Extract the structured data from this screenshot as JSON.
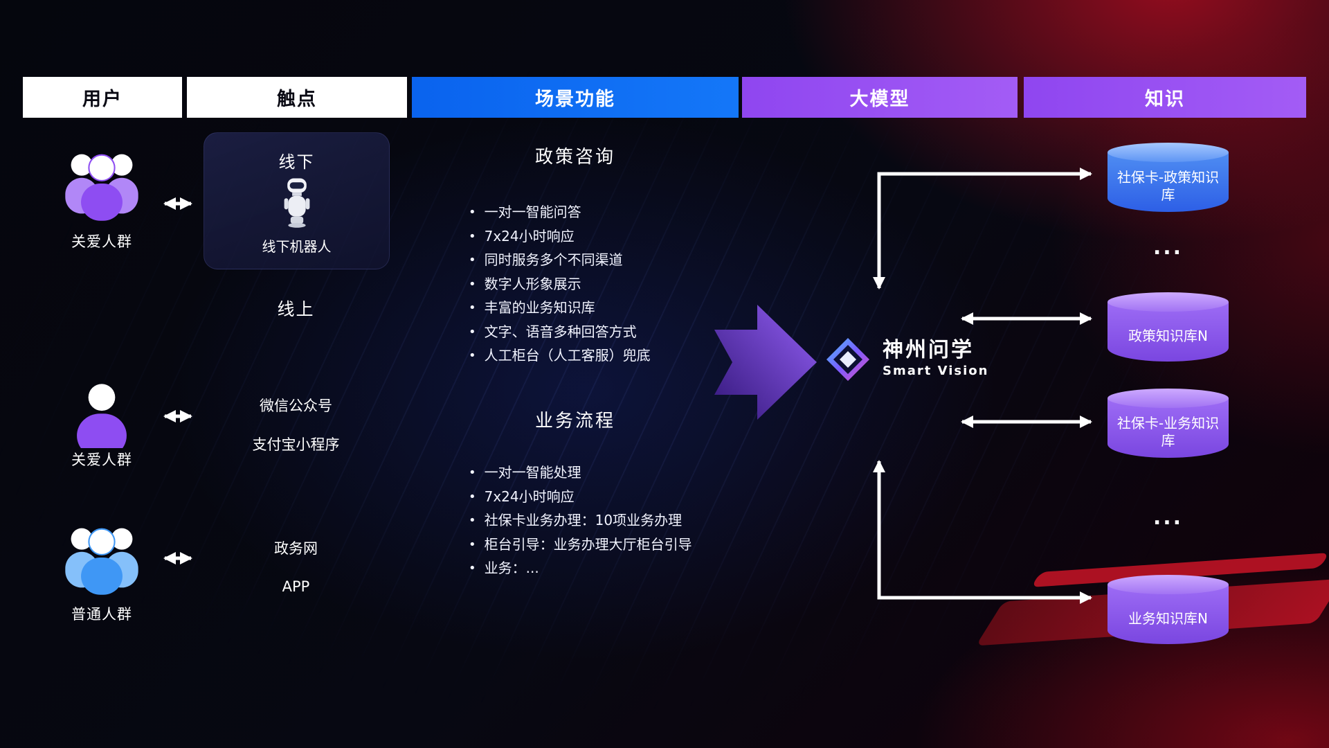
{
  "theme": {
    "header_white": "#ffffff",
    "header_blue": "#0b6bf2",
    "header_purple": "#9a53f3",
    "cylinder_blue": "#3f6fe9",
    "cylinder_purple": "#8e5cf0",
    "big_arrow_purple": "#7a46e8",
    "background_red": "#c01325",
    "arrow_white": "#ffffff"
  },
  "headers": [
    {
      "label": "用户"
    },
    {
      "label": "触点"
    },
    {
      "label": "场景功能"
    },
    {
      "label": "大模型"
    },
    {
      "label": "知识"
    }
  ],
  "users": [
    {
      "label": "关爱人群",
      "icon": "group-people-purple-icon"
    },
    {
      "label": "关爱人群",
      "icon": "single-person-purple-icon"
    },
    {
      "label": "普通人群",
      "icon": "group-people-blue-icon"
    }
  ],
  "touchpoints": {
    "offline": {
      "title": "线下",
      "device": "线下机器人",
      "icon": "robot-icon"
    },
    "online_title": "线上",
    "channels": [
      {
        "label": "微信公众号"
      },
      {
        "label": "支付宝小程序"
      },
      {
        "label": "政务网"
      },
      {
        "label": "APP"
      }
    ]
  },
  "scenarios": [
    {
      "title": "政策咨询",
      "bullets": [
        "一对一智能问答",
        "7x24小时响应",
        "同时服务多个不同渠道",
        "数字人形象展示",
        "丰富的业务知识库",
        "文字、语音多种回答方式",
        "人工柜台（人工客服）兜底"
      ]
    },
    {
      "title": "业务流程",
      "bullets": [
        "一对一智能处理",
        "7x24小时响应",
        "社保卡业务办理：10项业务办理",
        "柜台引导：业务办理大厅柜台引导",
        "业务：..."
      ]
    }
  ],
  "model": {
    "name": "神州问学",
    "subtitle": "Smart Vision",
    "icon": "diamond-logo-icon"
  },
  "knowledge": [
    {
      "label": "社保卡-政策知识库",
      "style": "blue"
    },
    {
      "label": "...",
      "style": "ellipsis"
    },
    {
      "label": "政策知识库N",
      "style": "purple"
    },
    {
      "label": "社保卡-业务知识库",
      "style": "purple"
    },
    {
      "label": "...",
      "style": "ellipsis"
    },
    {
      "label": "业务知识库N",
      "style": "purple"
    }
  ]
}
